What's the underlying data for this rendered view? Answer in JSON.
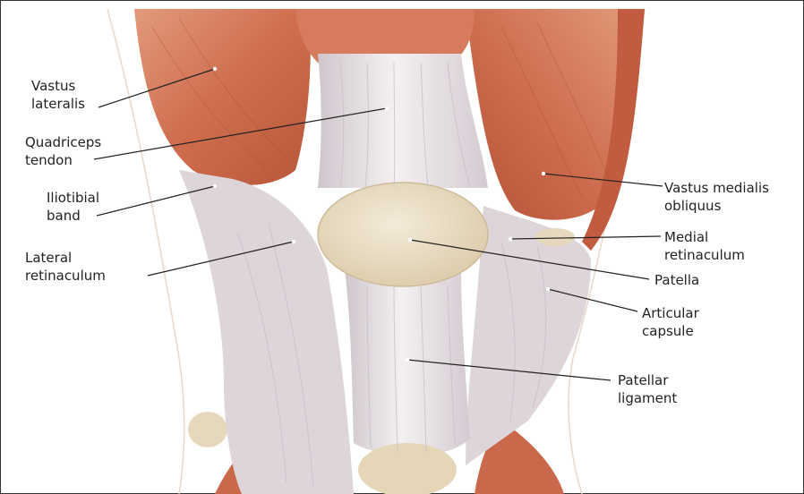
{
  "diagram": {
    "colors": {
      "muscle": "#c7674a",
      "muscle_light": "#d9876a",
      "tendon": "#e9e3e5",
      "bone": "#e9dcc4",
      "leader": "#222222"
    },
    "labels": [
      {
        "id": "vastus-lateralis",
        "text": "Vastus\nlateralis"
      },
      {
        "id": "quadriceps-tendon",
        "text": "Quadriceps\ntendon"
      },
      {
        "id": "iliotibial-band",
        "text": "Iliotibial\nband"
      },
      {
        "id": "lateral-retinaculum",
        "text": "Lateral\nretinaculum"
      },
      {
        "id": "vastus-medialis-obliquus",
        "text": "Vastus medialis\nobliquus"
      },
      {
        "id": "medial-retinaculum",
        "text": "Medial\nretinaculum"
      },
      {
        "id": "patella",
        "text": "Patella"
      },
      {
        "id": "articular-capsule",
        "text": "Articular\ncapsule"
      },
      {
        "id": "patellar-ligament",
        "text": "Patellar\nligament"
      }
    ]
  }
}
